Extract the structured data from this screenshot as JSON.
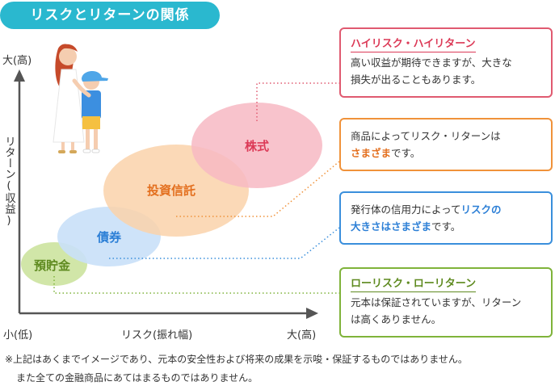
{
  "title": "リスクとリターンの関係",
  "y_axis": {
    "label": "リターン(収益)",
    "high": "大(高)",
    "low": "小(低)"
  },
  "x_axis": {
    "label": "リスク(振れ幅)",
    "high": "大(高)"
  },
  "bubbles": [
    {
      "label": "預貯金",
      "fill": "#cfe5a3",
      "text_color": "#5e8a1f"
    },
    {
      "label": "債券",
      "fill": "#c9e0f8",
      "text_color": "#2c7fd6"
    },
    {
      "label": "投資信託",
      "fill": "#fad2aa",
      "text_color": "#e36f1e"
    },
    {
      "label": "株式",
      "fill": "#f7b8c3",
      "text_color": "#dc3a57"
    }
  ],
  "boxes": {
    "stocks": {
      "heading": "ハイリスク・ハイリターン",
      "line1": "高い収益が期待できますが、大きな",
      "line2": "損失が出ることもあります。",
      "color": "#e05a70"
    },
    "funds": {
      "line1": "商品によってリスク・リターンは",
      "highlight": "さまざま",
      "suffix": "です。",
      "color": "#f0923a"
    },
    "bonds": {
      "prefix": "発行体の信用力によって",
      "highlight1": "リスクの",
      "highlight2": "大きさはさまざま",
      "suffix": "です。",
      "color": "#3a8fdc"
    },
    "deposits": {
      "heading": "ローリスク・ローリターン",
      "line1": "元本は保証されていますが、リターン",
      "line2": "は高くありません。",
      "color": "#7fb33a"
    }
  },
  "footnote": {
    "line1": "※上記はあくまでイメージであり、元本の安全性および将来の成果を示唆・保証するものではありません。",
    "line2": "また全ての金融商品にあてはまるものではありません。"
  },
  "colors": {
    "title_bg": "#2ab8cf",
    "axis": "#555555"
  }
}
